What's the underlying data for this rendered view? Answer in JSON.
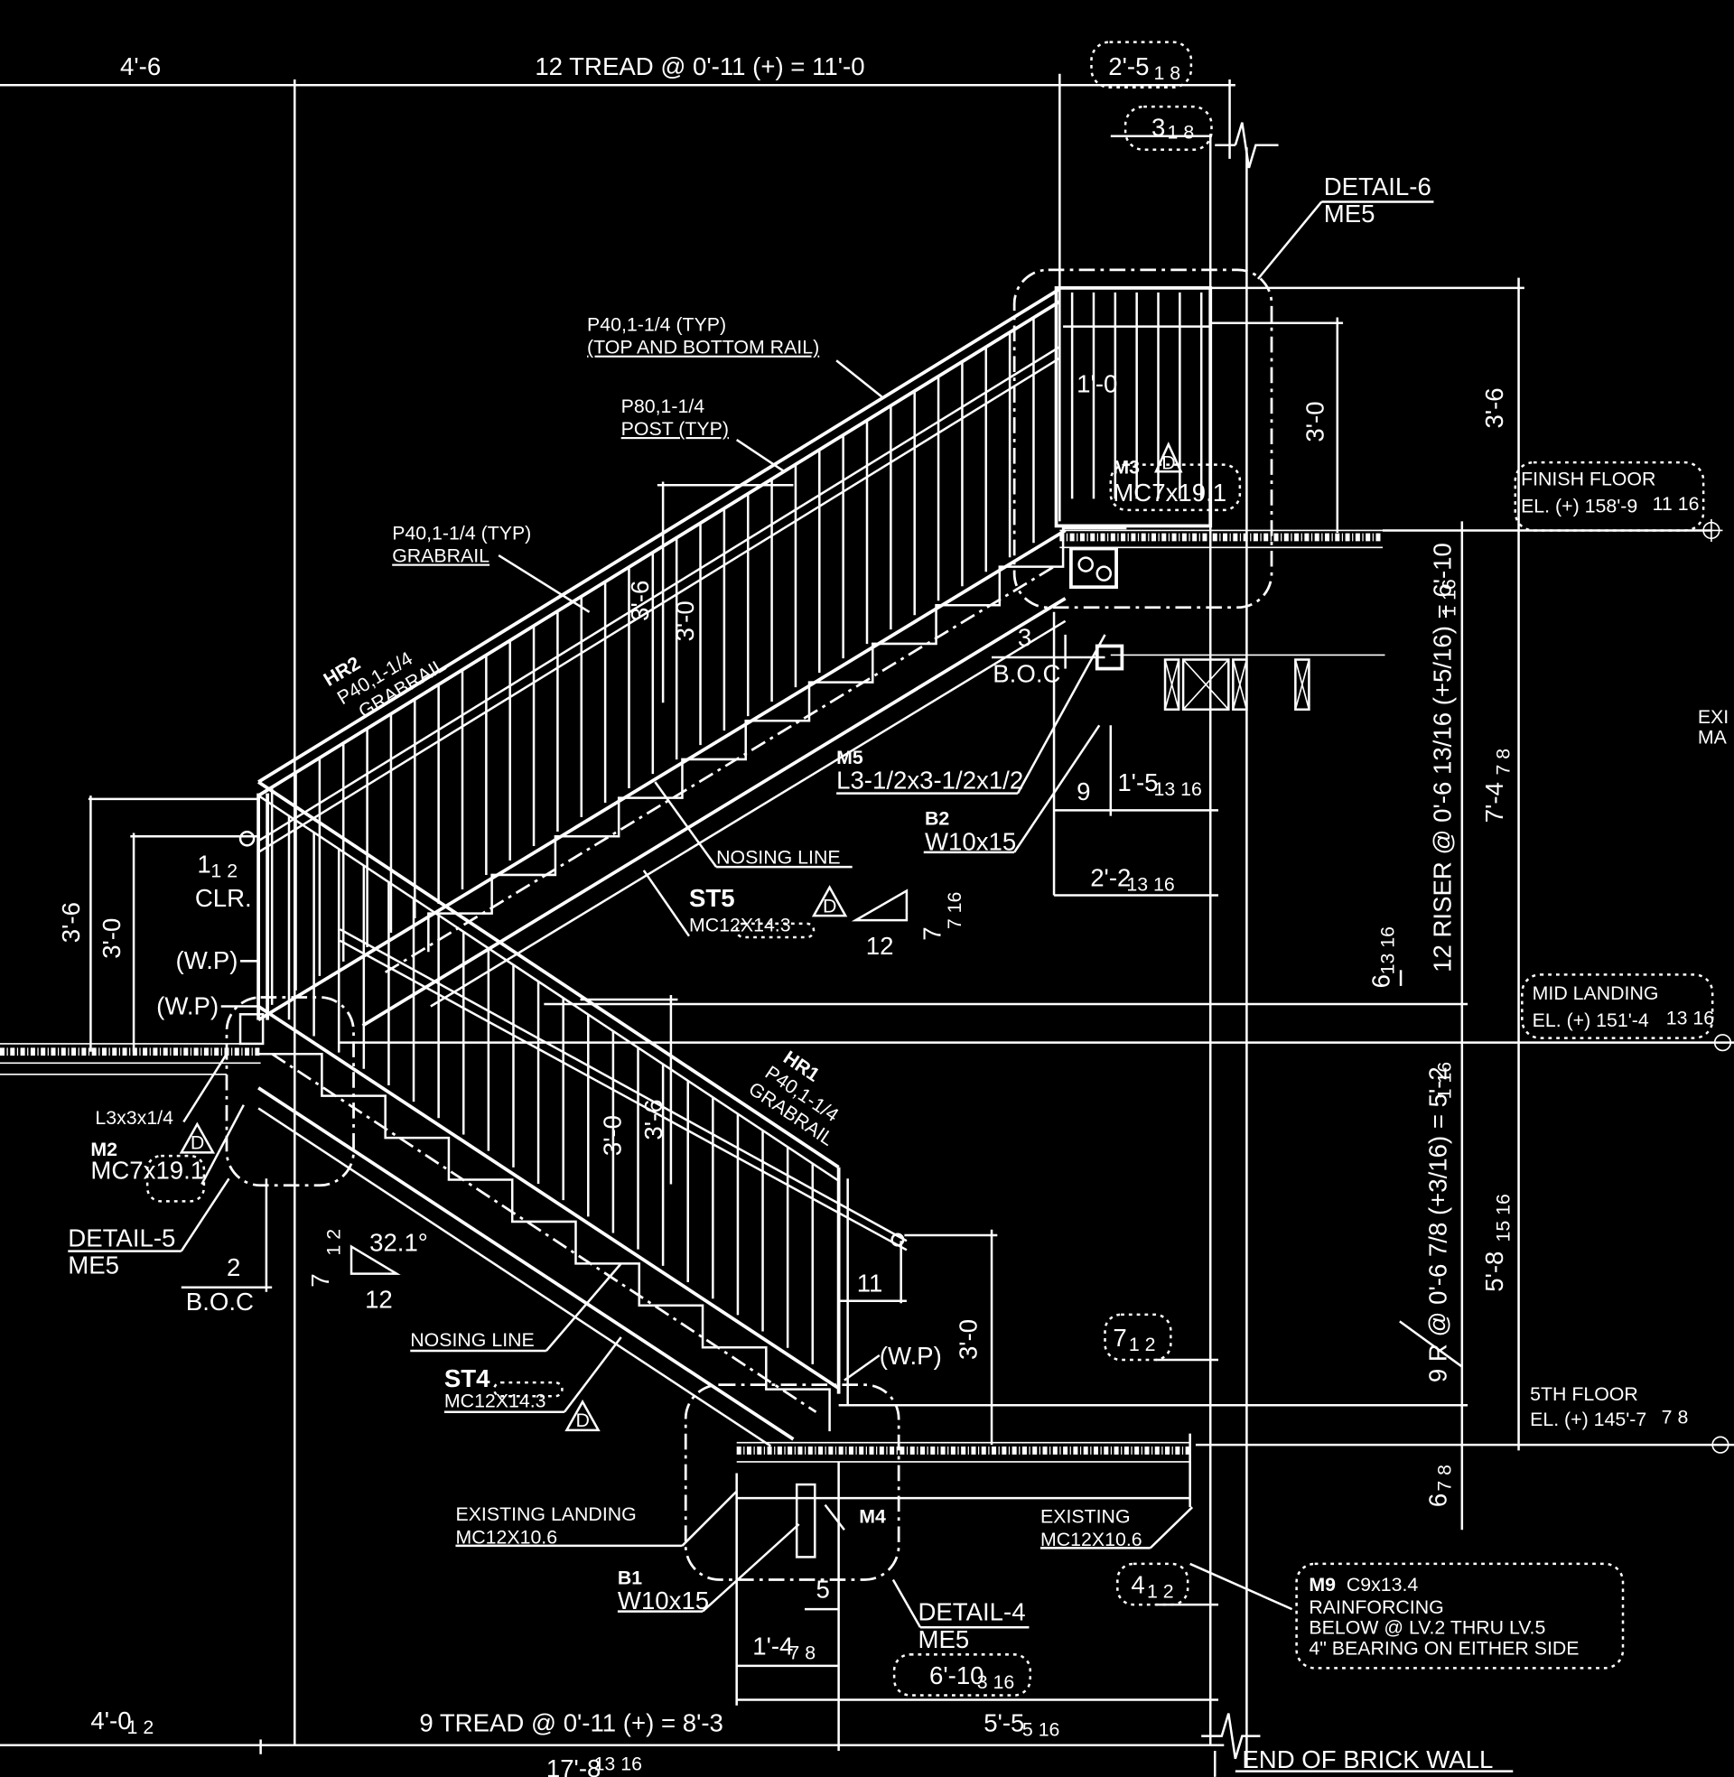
{
  "dimensions": {
    "top_left": "4'-6",
    "top_treads": "12 TREAD @ 0'-11 (+) = 11'-0",
    "top_right_a": "2'-5",
    "top_right_a_frac": "1 8",
    "top_right_b": "3",
    "top_right_b_frac": "1 8",
    "upper_rail_spacing": "1'-0",
    "upper_rail_height": "3'-0",
    "upper_total_height": "3'-6",
    "mid_rail_a": "3'-6",
    "mid_rail_b": "3'-0",
    "left_rail_total": "3'-6",
    "left_rail_height": "3'-0",
    "clr_value": "1",
    "clr_frac": "1 2",
    "clr_label": "CLR.",
    "boc_upper_value": "3",
    "boc_label": "B.O.C",
    "dim_9": "9",
    "dim_1_5": "1'-5",
    "dim_1_5_frac": "13 16",
    "dim_2_2": "2'-2",
    "dim_2_2_frac": "13 16",
    "slope_upper_rise": "7",
    "slope_upper_rise_frac": "7 16",
    "slope_upper_run": "12",
    "riser_upper": "12 RISER @ 0'-6 13/16 (+5/16) = 6'-10",
    "riser_upper_frac": "1 16",
    "height_upper": "7'-4",
    "height_upper_frac": "7 8",
    "dim_6_13": "6",
    "dim_6_13_frac": "13 16",
    "riser_lower": "9 R @ 0'-6 7/8 (+3/16) = 5'-2",
    "riser_lower_frac": "1 16",
    "height_lower": "5'-8",
    "height_lower_frac": "15 16",
    "dim_6_7": "6",
    "dim_6_7_frac": "7 8",
    "boc_lower_value": "2",
    "slope_lower_rise": "7",
    "slope_lower_rise_frac": "1 2",
    "slope_lower_angle": "32.1°",
    "slope_lower_run": "12",
    "lower_rail_a": "3'-0",
    "lower_rail_b": "3'-6",
    "dim_11": "11",
    "lower_rail_height": "3'-0",
    "dim_7_half": "7",
    "dim_7_half_frac": "1 2",
    "dim_4_half": "4",
    "dim_4_half_frac": "1 2",
    "dim_5": "5",
    "dim_1_4": "1'-4",
    "dim_1_4_frac": "7 8",
    "dim_6_10": "6'-10",
    "dim_6_10_frac": "3 16",
    "dim_5_5": "5'-5",
    "dim_5_5_frac": "5 16",
    "bottom_left": "4'-0",
    "bottom_left_frac": "1 2",
    "bottom_treads": "9 TREAD @ 0'-11 (+) = 8'-3",
    "bottom_total": "17'-8",
    "bottom_total_frac": "13 16"
  },
  "labels": {
    "detail6": "DETAIL-6",
    "detail6_sheet": "ME5",
    "detail5": "DETAIL-5",
    "detail5_sheet": "ME5",
    "detail4": "DETAIL-4",
    "detail4_sheet": "ME5",
    "p40_top_bottom_1": "P40,1-1/4 (TYP)",
    "p40_top_bottom_2": "(TOP AND BOTTOM RAIL)",
    "p80_post_1": "P80,1-1/4",
    "p80_post_2": "POST (TYP)",
    "p40_grab_1": "P40,1-1/4 (TYP)",
    "p40_grab_2": "GRABRAIL",
    "hr2": "HR2",
    "hr2_spec": "P40,1-1/4",
    "hr2_name": "GRABRAIL",
    "hr1": "HR1",
    "hr1_spec": "P40,1-1/4",
    "hr1_name": "GRABRAIL",
    "m3": "M3",
    "m3_spec": "MC7x19.1",
    "m5": "M5",
    "m5_spec": "L3-1/2x3-1/2x1/2",
    "b2": "B2",
    "b2_spec": "W10x15",
    "nosing_upper": "NOSING LINE",
    "st5": "ST5",
    "st5_spec": "MC12X14.3",
    "wp_1": "(W.P)",
    "wp_2": "(W.P)",
    "wp_3": "(W.P)",
    "l3": "L3x3x1/4",
    "m2": "M2",
    "m2_spec": "MC7x19.1",
    "nosing_lower": "NOSING LINE",
    "st4": "ST4",
    "st4_spec": "MC12X14.3",
    "existing_landing": "EXISTING LANDING",
    "existing_landing_spec": "MC12X10.6",
    "m4": "M4",
    "existing": "EXISTING",
    "existing_spec": "MC12X10.6",
    "b1": "B1",
    "b1_spec": "W10x15",
    "m9": "M9",
    "m9_spec": "C9x13.4",
    "m9_line2": "RAINFORCING",
    "m9_line3": "BELOW @ LV.2 THRU LV.5",
    "m9_line4": "4\" BEARING ON EITHER SIDE",
    "end_brick": "END OF BRICK WALL",
    "exi_1": "EXI",
    "exi_2": "MA",
    "d_tag": "D"
  },
  "elevations": {
    "finish_floor_title": "FINISH FLOOR",
    "finish_floor_el": "EL. (+) 158'-9",
    "finish_floor_frac": "11 16",
    "mid_landing_title": "MID LANDING",
    "mid_landing_el": "EL. (+) 151'-4",
    "mid_landing_frac": "13 16",
    "fifth_floor_title": "5TH FLOOR",
    "fifth_floor_el": "EL. (+) 145'-7",
    "fifth_floor_frac": "7 8"
  },
  "colors": {
    "background": "#000000",
    "linework": "#ffffff"
  }
}
